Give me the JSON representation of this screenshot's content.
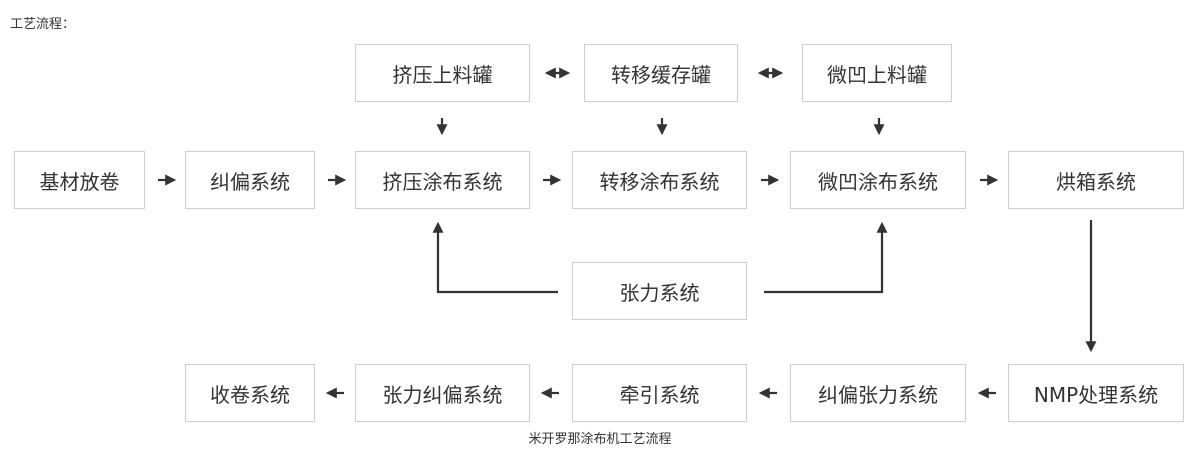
{
  "heading": "工艺流程：",
  "caption": "米开罗那涂布机工艺流程",
  "boxes": {
    "extrusion_tank": "挤压上料罐",
    "transfer_buffer_tank": "转移缓存罐",
    "gravure_tank": "微凹上料罐",
    "unwind": "基材放卷",
    "correction": "纠偏系统",
    "extrusion_coating": "挤压涂布系统",
    "transfer_coating": "转移涂布系统",
    "gravure_coating": "微凹涂布系统",
    "oven": "烘箱系统",
    "tension": "张力系统",
    "rewind": "收卷系统",
    "tension_correction": "张力纠偏系统",
    "traction": "牵引系统",
    "correction_tension": "纠偏张力系统",
    "nmp": "NMP处理系统"
  },
  "colors": {
    "border": "#cfcfcf",
    "line": "#333333",
    "text": "#333333"
  }
}
